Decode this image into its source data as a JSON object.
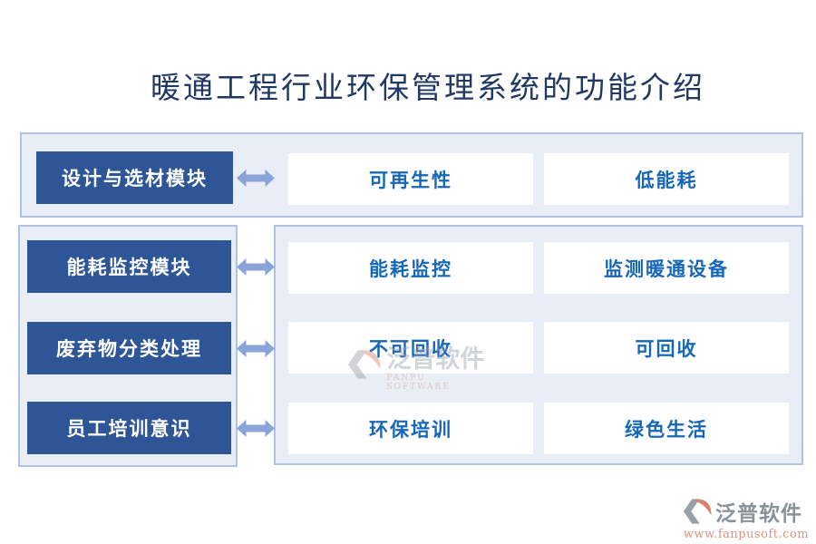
{
  "title": "暖通工程行业环保管理系统的功能介绍",
  "rows": [
    {
      "module": "设计与选材模块",
      "items": [
        "可再生性",
        "低能耗"
      ]
    },
    {
      "module": "能耗监控模块",
      "items": [
        "能耗监控",
        "监测暖通设备"
      ]
    },
    {
      "module": "废弃物分类处理",
      "items": [
        "不可回收",
        "可回收"
      ]
    },
    {
      "module": "员工培训意识",
      "items": [
        "环保培训",
        "绿色生活"
      ]
    }
  ],
  "watermark": {
    "brand": "泛普软件",
    "subtitle": "FANPU SOFTWARE"
  },
  "footer": {
    "brand": "泛普软件",
    "url": "www.fanpusoft.com"
  },
  "icons": {
    "arrow": "double-headed-arrow",
    "logo": "fanpu-swirl-logo"
  },
  "colors": {
    "title_text": "#1f3864",
    "section_bg": "#e9edf6",
    "section_border": "#b0c3e3",
    "module_bg": "#2e5596",
    "module_text": "#ffffff",
    "item_bg": "#ffffff",
    "item_text": "#1667b8",
    "arrow": "#8aa3d8",
    "footer_brand": "#8b9198",
    "footer_url": "#dd9183"
  }
}
